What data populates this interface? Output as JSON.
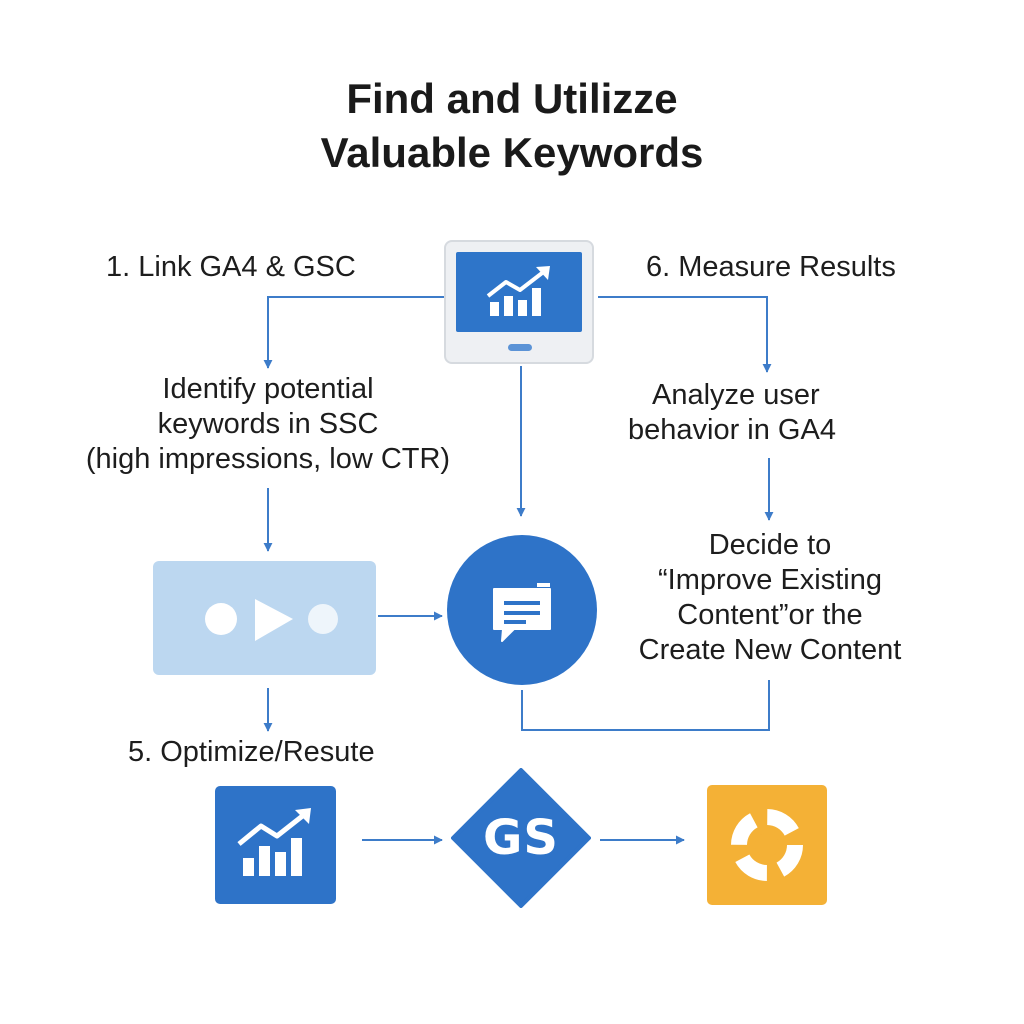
{
  "title": {
    "line1": "Find and Utilizze",
    "line2": "Valuable Keywords"
  },
  "steps": {
    "link": "1. Link GA4 & GSC",
    "measure": "6. Measure Results",
    "identify": [
      "Identify potential",
      "keywords in SSC",
      "(high impressions, low CTR)"
    ],
    "analyze": [
      "Analyze user",
      "behavior in GA4"
    ],
    "decide": [
      "Decide to",
      "“Improve Existing",
      "Content”or the",
      "Create New Content"
    ],
    "optimize": "5. Optimize/Resute"
  },
  "gs_label": "GS",
  "icons": {
    "monitor": "monitor-chart-icon",
    "media": "media-play-icon",
    "chat": "chat-bubble-icon",
    "chart": "bar-chart-growth-icon",
    "gs": "gs-diamond-icon",
    "target": "ring-target-icon"
  },
  "colors": {
    "primary_blue": "#2e73c8",
    "light_blue": "#bcd7f0",
    "arrow_blue": "#3d7cc9",
    "orange": "#f4b136"
  }
}
